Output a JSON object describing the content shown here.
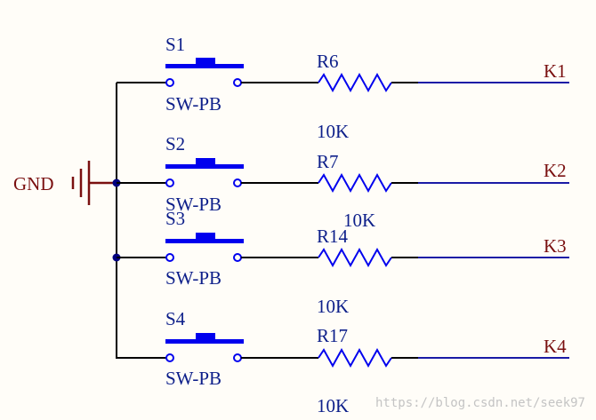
{
  "schematic": {
    "ground": {
      "label": "GND"
    },
    "channels": [
      {
        "switch": "S1",
        "switch_type": "SW-PB",
        "resistor": "R6",
        "value": "10K",
        "net": "K1"
      },
      {
        "switch": "S2",
        "switch_type": "SW-PB",
        "resistor": "R7",
        "value": "10K",
        "net": "K2"
      },
      {
        "switch": "S3",
        "switch_type": "SW-PB",
        "resistor": "R14",
        "value": "10K",
        "net": "K3"
      },
      {
        "switch": "S4",
        "switch_type": "SW-PB",
        "resistor": "R17",
        "value": "10K",
        "net": "K4"
      }
    ]
  },
  "watermark": "https://blog.csdn.net/seek97",
  "colors": {
    "wire_black": "#000000",
    "wire_blue": "#1a1aa6",
    "component_blue": "#0000ee",
    "label_navy": "#0d1f8a",
    "net_maroon": "#7a1010",
    "junction": "#000080"
  }
}
